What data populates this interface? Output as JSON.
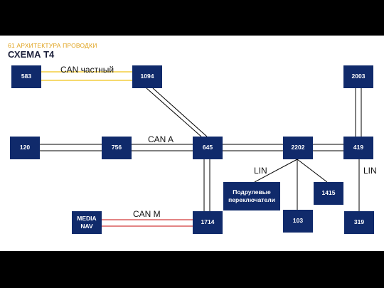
{
  "header": {
    "subtitle": "61 АРХИТЕКТУРА ПРОВОДКИ",
    "title": "СХЕМА T4"
  },
  "nodes": {
    "n583": "583",
    "n1094": "1094",
    "n2003": "2003",
    "n120": "120",
    "n756": "756",
    "n645": "645",
    "n2202": "2202",
    "n419": "419",
    "steering": "Подрулевые переключатели",
    "n1415": "1415",
    "n103": "103",
    "n319": "319",
    "media_nav": "MEDIA NAV",
    "n1714": "1714"
  },
  "buses": {
    "can_private": "CAN частный",
    "can_a": "CAN A",
    "can_m": "CAN M",
    "lin_left": "LIN",
    "lin_right": "LIN"
  },
  "colors": {
    "node_fill": "#102a6b",
    "can_private_wire": "#f0c419",
    "can_m_wire": "#d23a3a",
    "can_a_wire": "#000000",
    "title_color": "#1b1f3a",
    "subtitle_color": "#e0a21b"
  }
}
